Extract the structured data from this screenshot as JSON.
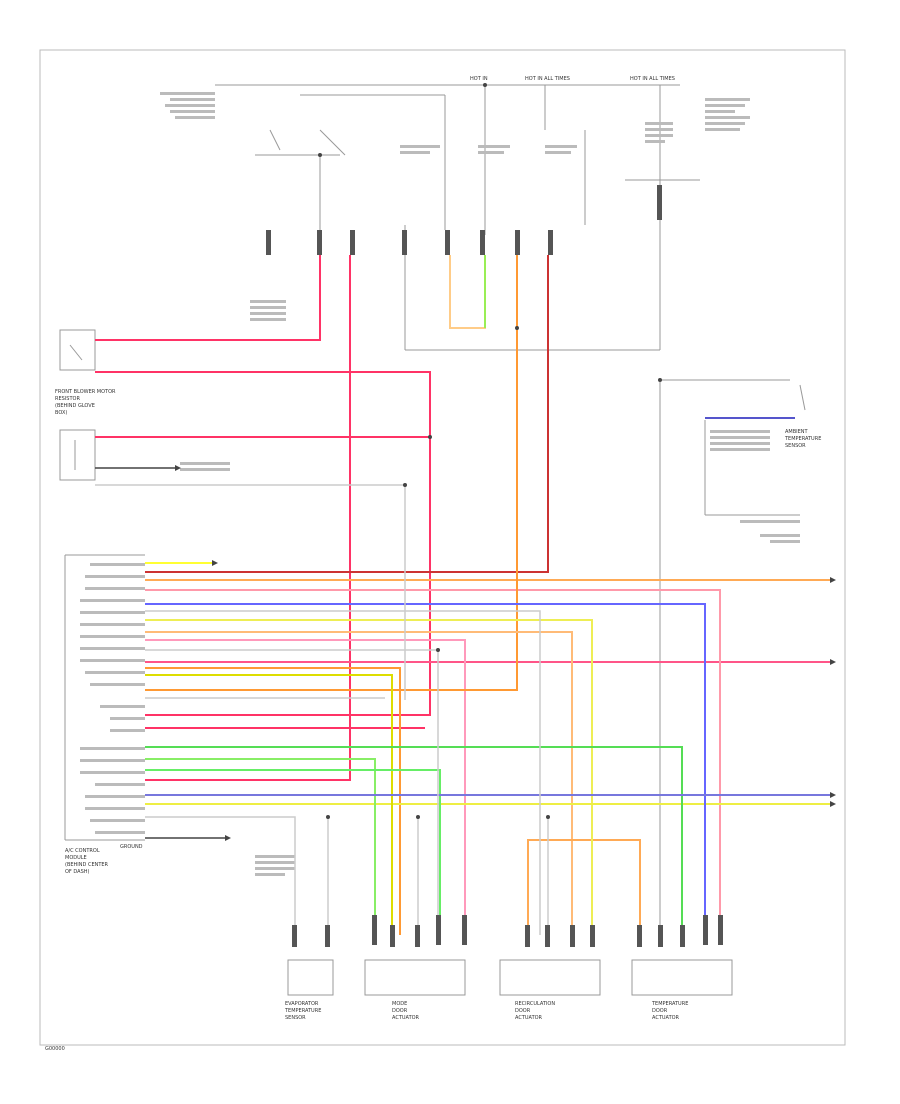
{
  "diagram": {
    "header_labels": [
      "HOT IN",
      "HOT IN ALL TIMES",
      "HOT IN ALL TIMES"
    ],
    "modules": {
      "ac_control_module": [
        "A/C CONTROL",
        "MODULE",
        "(BEHIND CENTER",
        "OF DASH)"
      ],
      "front_blower_resistor": [
        "FRONT BLOWER MOTOR",
        "RESISTOR",
        "(BEHIND GLOVE",
        "BOX)"
      ],
      "ambient_sensor": [
        "AMBIENT",
        "TEMPERATURE",
        "SENSOR"
      ],
      "recirculation_actuator": [
        "RECIRCULATION",
        "DOOR",
        "ACTUATOR"
      ],
      "mode_actuator": [
        "MODE",
        "DOOR",
        "ACTUATOR"
      ],
      "temp_actuator": [
        "TEMPERATURE",
        "DOOR",
        "ACTUATOR"
      ],
      "evaporator_sensor": [
        "EVAPORATOR",
        "TEMPERATURE",
        "SENSOR"
      ]
    },
    "ground_label": "GROUND",
    "footer_code": "G00000"
  }
}
